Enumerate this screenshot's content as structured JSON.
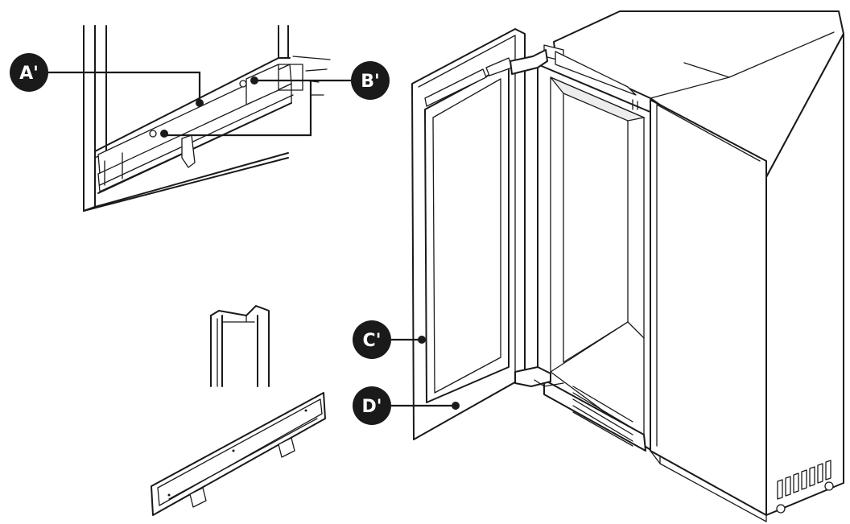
{
  "callouts": [
    {
      "id": "A",
      "label": "A'"
    },
    {
      "id": "B",
      "label": "B'"
    },
    {
      "id": "C",
      "label": "C'"
    },
    {
      "id": "D",
      "label": "D'"
    }
  ]
}
